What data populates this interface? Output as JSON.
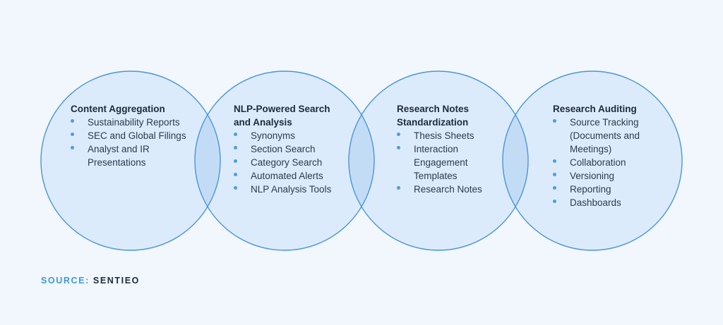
{
  "diagram": {
    "colors": {
      "background": "#f1f7fd",
      "circle_fill": "#dcebfb",
      "overlap_fill": "#c3dcf5",
      "circle_stroke": "#4a95dc",
      "bullet": "#4a9ee0",
      "title_text": "#1c2a3d",
      "item_text": "#2b3a4e"
    },
    "circles": [
      {
        "title": "Content Aggregation",
        "items": [
          "Sustainability Reports",
          "SEC and Global Filings",
          "Analyst and IR Presentations"
        ]
      },
      {
        "title": "NLP-Powered Search and Analysis",
        "items": [
          "Synonyms",
          "Section Search",
          "Category Search",
          "Automated Alerts",
          "NLP Analysis Tools"
        ]
      },
      {
        "title": "Research Notes Standardization",
        "items": [
          "Thesis Sheets",
          "Interaction Engagement Templates",
          "Research Notes"
        ]
      },
      {
        "title": "Research Auditing",
        "items": [
          "Source Tracking (Documents and Meetings)",
          "Collaboration",
          "Versioning",
          "Reporting",
          "Dashboards"
        ]
      }
    ]
  },
  "source": {
    "label": "SOURCE:",
    "value": "SENTIEO"
  }
}
